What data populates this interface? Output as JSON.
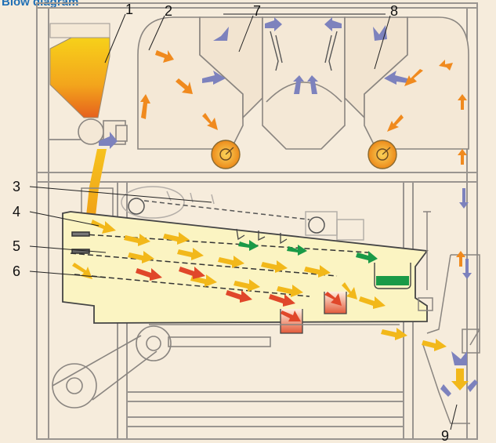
{
  "heading": "Blow diagram",
  "callouts": [
    "1",
    "2",
    "3",
    "4",
    "5",
    "6",
    "7",
    "8",
    "9"
  ],
  "colors": {
    "frame": "#9a9590",
    "chamber_fill": "#f4e8d6",
    "sieve_box_fill": "#fbf4c2",
    "air_arrow": "#7d82bd",
    "grain_yellow": "#f2b81a",
    "grain_orange": "#f08a1e",
    "grain_red": "#e0472a",
    "fines_green": "#1a9a47",
    "heading_blue": "#1f6fb5"
  },
  "icons": [
    "hopper-icon",
    "fan-wheel-icon",
    "air-flow-arrow-icon",
    "grain-flow-arrow-icon",
    "sieve-icon",
    "drive-pulley-icon",
    "collecting-tray-icon"
  ]
}
